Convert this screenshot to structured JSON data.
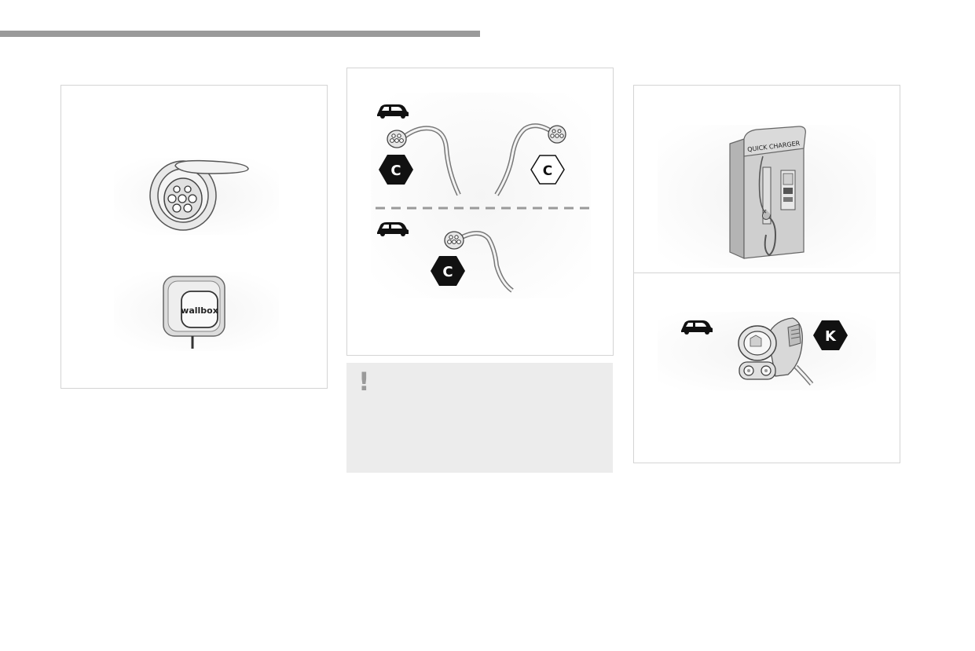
{
  "header": {
    "rule_color": "#9a9a9a"
  },
  "panel_left": {
    "wallbox_label": "wallbox"
  },
  "panel_middle": {
    "badge_filled_top": "C",
    "badge_outline_top": "C",
    "badge_filled_bottom": "C"
  },
  "warning_note": {
    "icon": "exclamation-icon",
    "mark": "!"
  },
  "panel_right": {
    "charger_label": "QUICK CHARGER",
    "badge_k": "K"
  },
  "colors": {
    "panel_border": "#d4d4d4",
    "note_background": "#ececec",
    "badge_fill": "#111111",
    "illustration_gray": "#8a8a8a"
  }
}
